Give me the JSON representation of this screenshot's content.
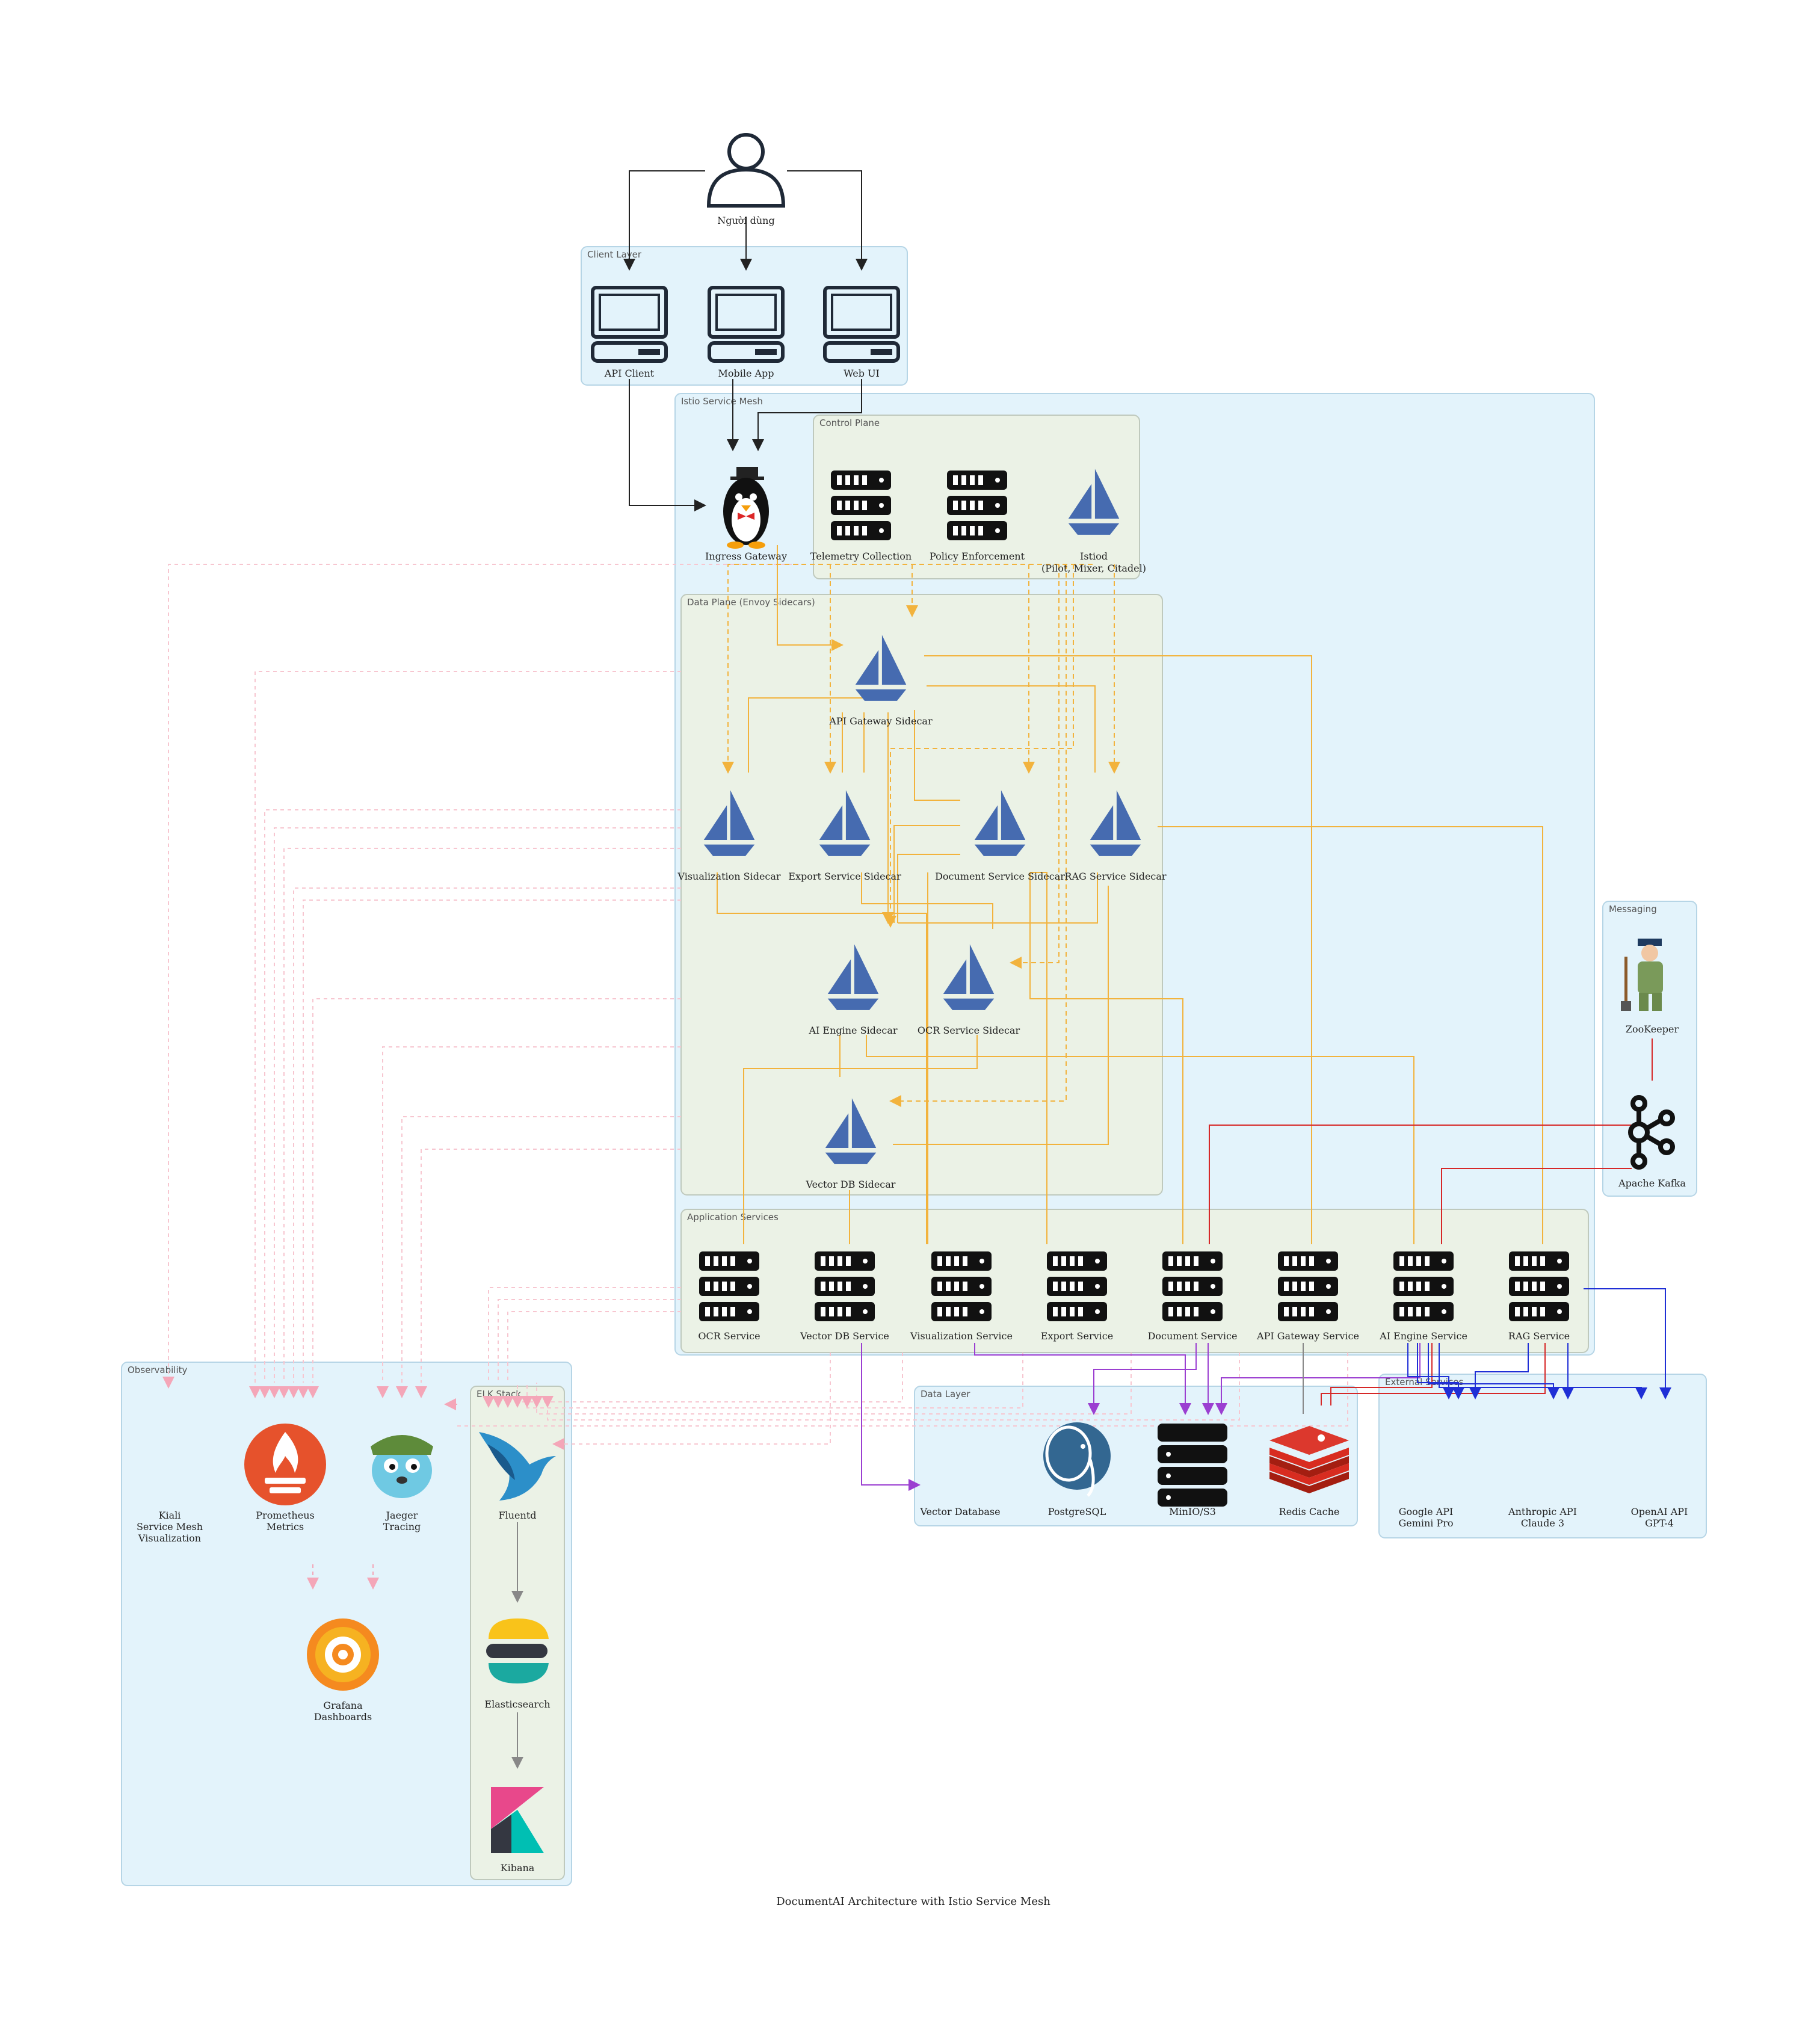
{
  "title": "DocumentAI Architecture with Istio Service Mesh",
  "user": {
    "label": "Người dùng"
  },
  "clusters": {
    "client": "Client Layer",
    "mesh": "Istio Service Mesh",
    "control": "Control Plane",
    "dataplane": "Data Plane (Envoy Sidecars)",
    "apps": "Application Services",
    "messaging": "Messaging",
    "observability": "Observability",
    "elk": "ELK Stack",
    "datalayer": "Data Layer",
    "external": "External Services"
  },
  "client_nodes": [
    "API Client",
    "Mobile App",
    "Web UI"
  ],
  "ingress": "Ingress Gateway",
  "control_nodes": {
    "telemetry": "Telemetry Collection",
    "policy": "Policy Enforcement",
    "istiod_1": "Istiod",
    "istiod_2": "(Pilot, Mixer, Citadel)"
  },
  "sidecars": {
    "api_gateway": "API Gateway Sidecar",
    "visualization": "Visualization Sidecar",
    "export": "Export Service Sidecar",
    "document": "Document Service Sidecar",
    "rag": "RAG Service Sidecar",
    "ai_engine": "AI Engine Sidecar",
    "ocr": "OCR Service Sidecar",
    "vector_db": "Vector DB Sidecar"
  },
  "services": [
    "OCR Service",
    "Vector DB Service",
    "Visualization Service",
    "Export Service",
    "Document Service",
    "API Gateway Service",
    "AI Engine Service",
    "RAG Service"
  ],
  "messaging": {
    "zookeeper": "ZooKeeper",
    "kafka": "Apache Kafka"
  },
  "observability": {
    "kiali_1": "Kiali",
    "kiali_2": "Service Mesh",
    "kiali_3": "Visualization",
    "prometheus_1": "Prometheus",
    "prometheus_2": "Metrics",
    "jaeger_1": "Jaeger",
    "jaeger_2": "Tracing",
    "grafana_1": "Grafana",
    "grafana_2": "Dashboards"
  },
  "elk": {
    "fluentd": "Fluentd",
    "elasticsearch": "Elasticsearch",
    "kibana": "Kibana"
  },
  "data_layer": {
    "vector": "Vector Database",
    "postgres": "PostgreSQL",
    "minio": "MinIO/S3",
    "redis": "Redis Cache"
  },
  "external": {
    "google_1": "Google API",
    "google_2": "Gemini Pro",
    "anthropic_1": "Anthropic API",
    "anthropic_2": "Claude 3",
    "openai_1": "OpenAI API",
    "openai_2": "GPT-4"
  },
  "colors": {
    "client_edge": "#222222",
    "mesh_edge": "#f2b33d",
    "telemetry_edge": "#f7c6d0",
    "data_edge": "#9b3fd1",
    "kafka_edge": "#d62828",
    "external_edge": "#1f2fd6",
    "istio_sail": "#466bb0",
    "server": "#111111"
  }
}
